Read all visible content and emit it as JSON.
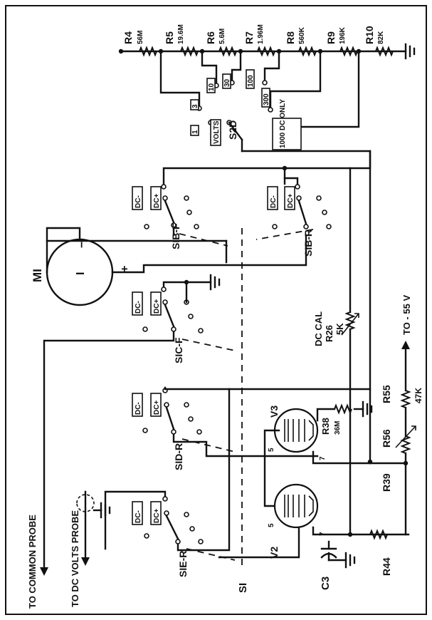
{
  "resistors": [
    {
      "ref": "R4",
      "value": "56M"
    },
    {
      "ref": "R5",
      "value": "19.6M"
    },
    {
      "ref": "R6",
      "value": "5.6M"
    },
    {
      "ref": "R7",
      "value": "1.96M"
    },
    {
      "ref": "R8",
      "value": "560K"
    },
    {
      "ref": "R9",
      "value": "196K"
    },
    {
      "ref": "R10",
      "value": "82K"
    }
  ],
  "switch_s2d": {
    "ref": "S2D",
    "func_label": "VOLTS",
    "ranges": [
      "3",
      "10",
      "30",
      "100",
      "300",
      "1",
      "1000 DC ONLY"
    ]
  },
  "deck_labels": [
    "SIB-F",
    "SIB-R",
    "SIC-F",
    "SID-R",
    "SIE-R"
  ],
  "dc_minus": "DC-",
  "dc_plus": "DC+",
  "meter": {
    "ref": "MI",
    "symbol": "I",
    "minus": "−",
    "plus": "+"
  },
  "dc_cal": {
    "name": "DC CAL",
    "ref": "R26",
    "value": "5K"
  },
  "tubes": [
    "V3",
    "V2"
  ],
  "pin5": "5",
  "pin7": "7",
  "r38": {
    "ref": "R38",
    "value": "36M"
  },
  "r55": {
    "ref": "R55",
    "value": "47K"
  },
  "r56": "R56",
  "r39": "R39",
  "r44": "R44",
  "c3": "C3",
  "s1": "SI",
  "to_minus_55v": "TO - 55 V",
  "to_common_probe": "TO COMMON PROBE",
  "to_dc_volts_probe": "TO DC VOLTS PROBE"
}
